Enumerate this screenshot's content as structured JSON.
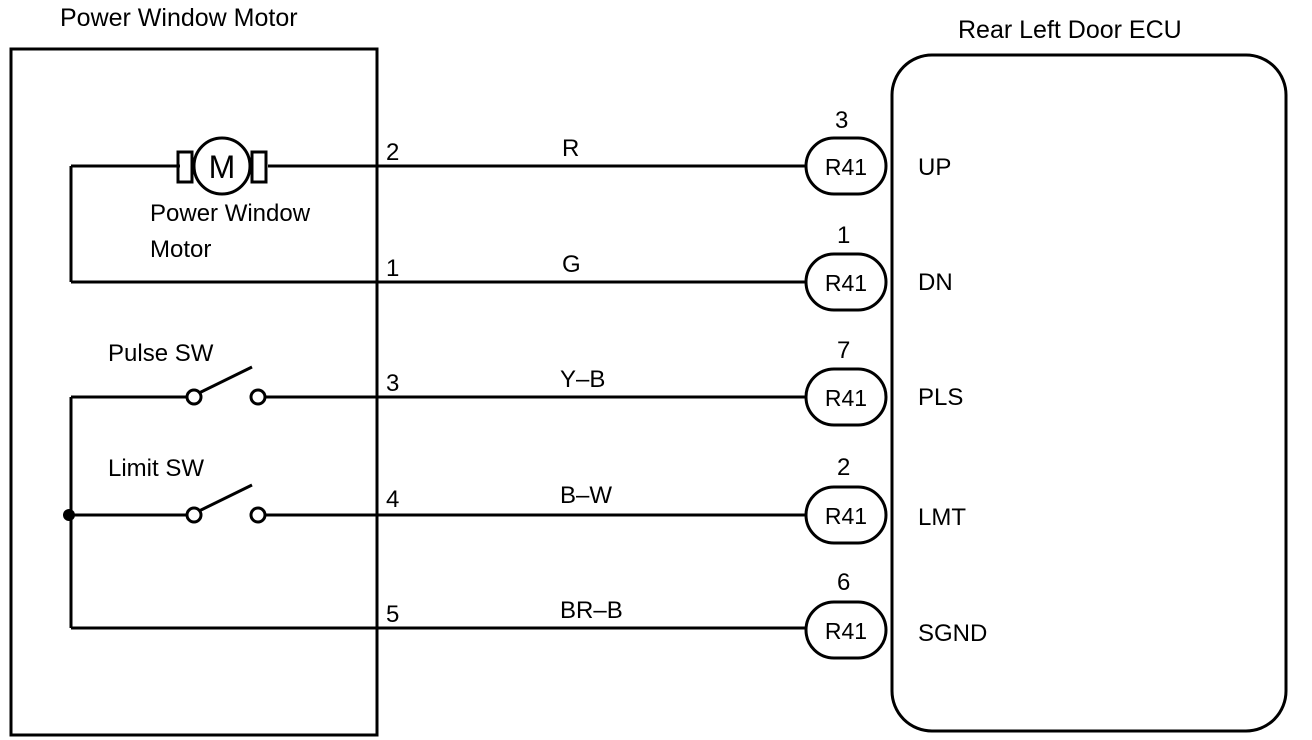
{
  "motor_box": {
    "title": "Power Window Motor",
    "motor_symbol": "M",
    "motor_label_line1": "Power Window",
    "motor_label_line2": "Motor",
    "pulse_sw_label": "Pulse SW",
    "limit_sw_label": "Limit SW"
  },
  "ecu_box": {
    "title": "Rear Left Door ECU"
  },
  "wires": [
    {
      "pin": "2",
      "color": "R",
      "ecu_pin": "3",
      "connector": "R41",
      "terminal": "UP"
    },
    {
      "pin": "1",
      "color": "G",
      "ecu_pin": "1",
      "connector": "R41",
      "terminal": "DN"
    },
    {
      "pin": "3",
      "color": "Y–B",
      "ecu_pin": "7",
      "connector": "R41",
      "terminal": "PLS"
    },
    {
      "pin": "4",
      "color": "B–W",
      "ecu_pin": "2",
      "connector": "R41",
      "terminal": "LMT"
    },
    {
      "pin": "5",
      "color": "BR–B",
      "ecu_pin": "6",
      "connector": "R41",
      "terminal": "SGND"
    }
  ]
}
